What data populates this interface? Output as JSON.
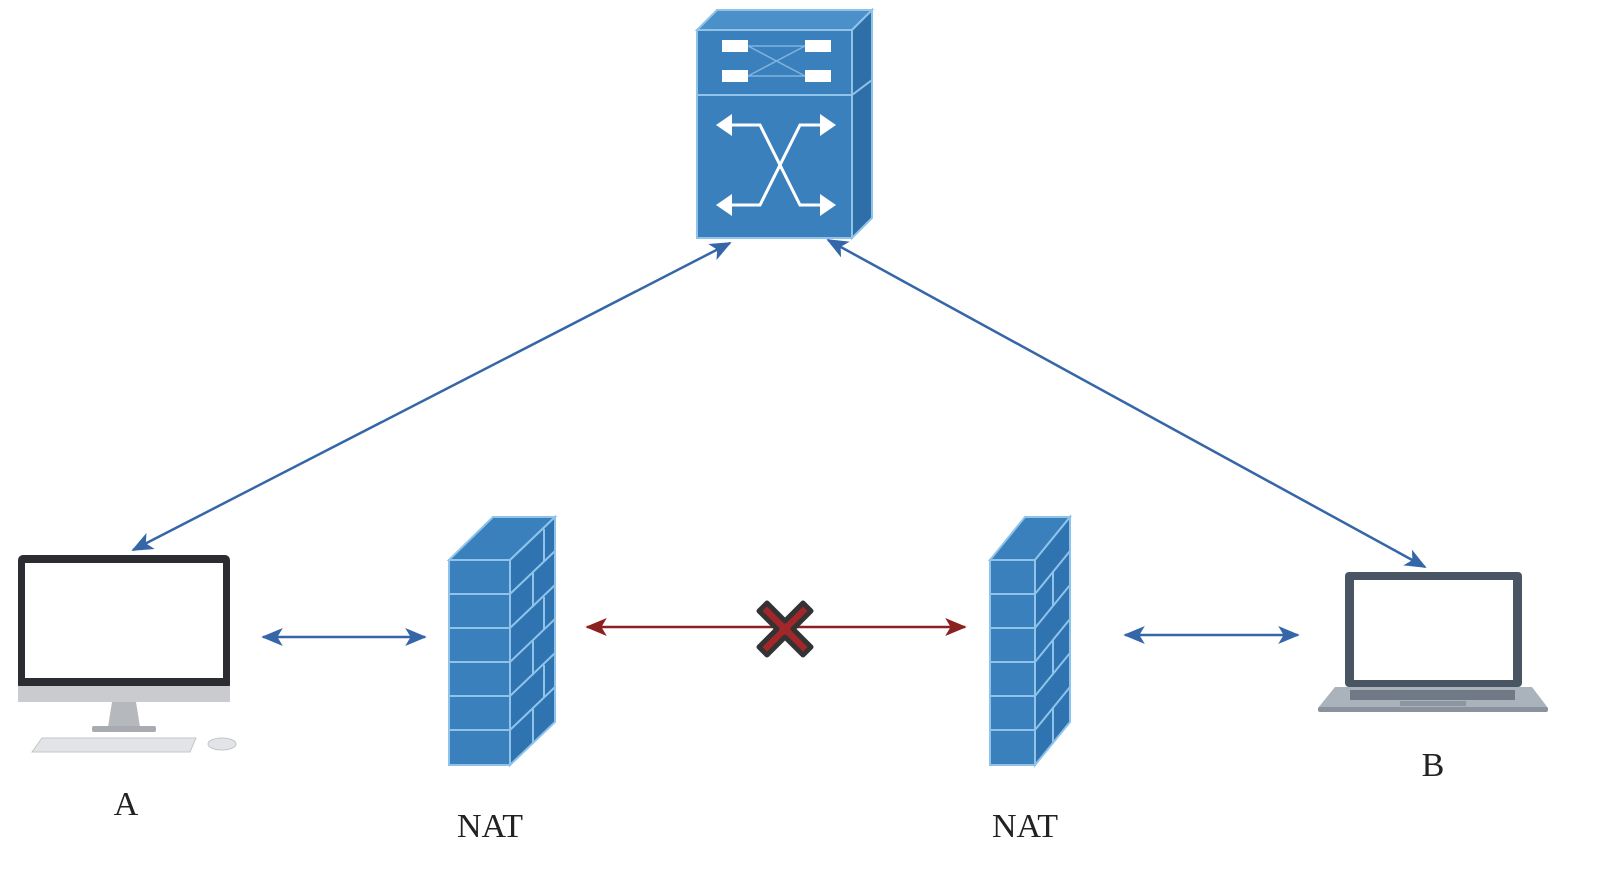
{
  "labels": {
    "host_a": "A",
    "host_b": "B",
    "nat_left": "NAT",
    "nat_right": "NAT"
  },
  "colors": {
    "device_blue": "#3a80bd",
    "device_light": "#8fc3ea",
    "link_blue": "#3466a8",
    "blocked_red": "#8c1f1f",
    "cross_red": "#a3262a"
  },
  "icons": [
    "switch-icon",
    "firewall-icon",
    "desktop-computer-icon",
    "laptop-icon",
    "blocked-cross-icon"
  ]
}
